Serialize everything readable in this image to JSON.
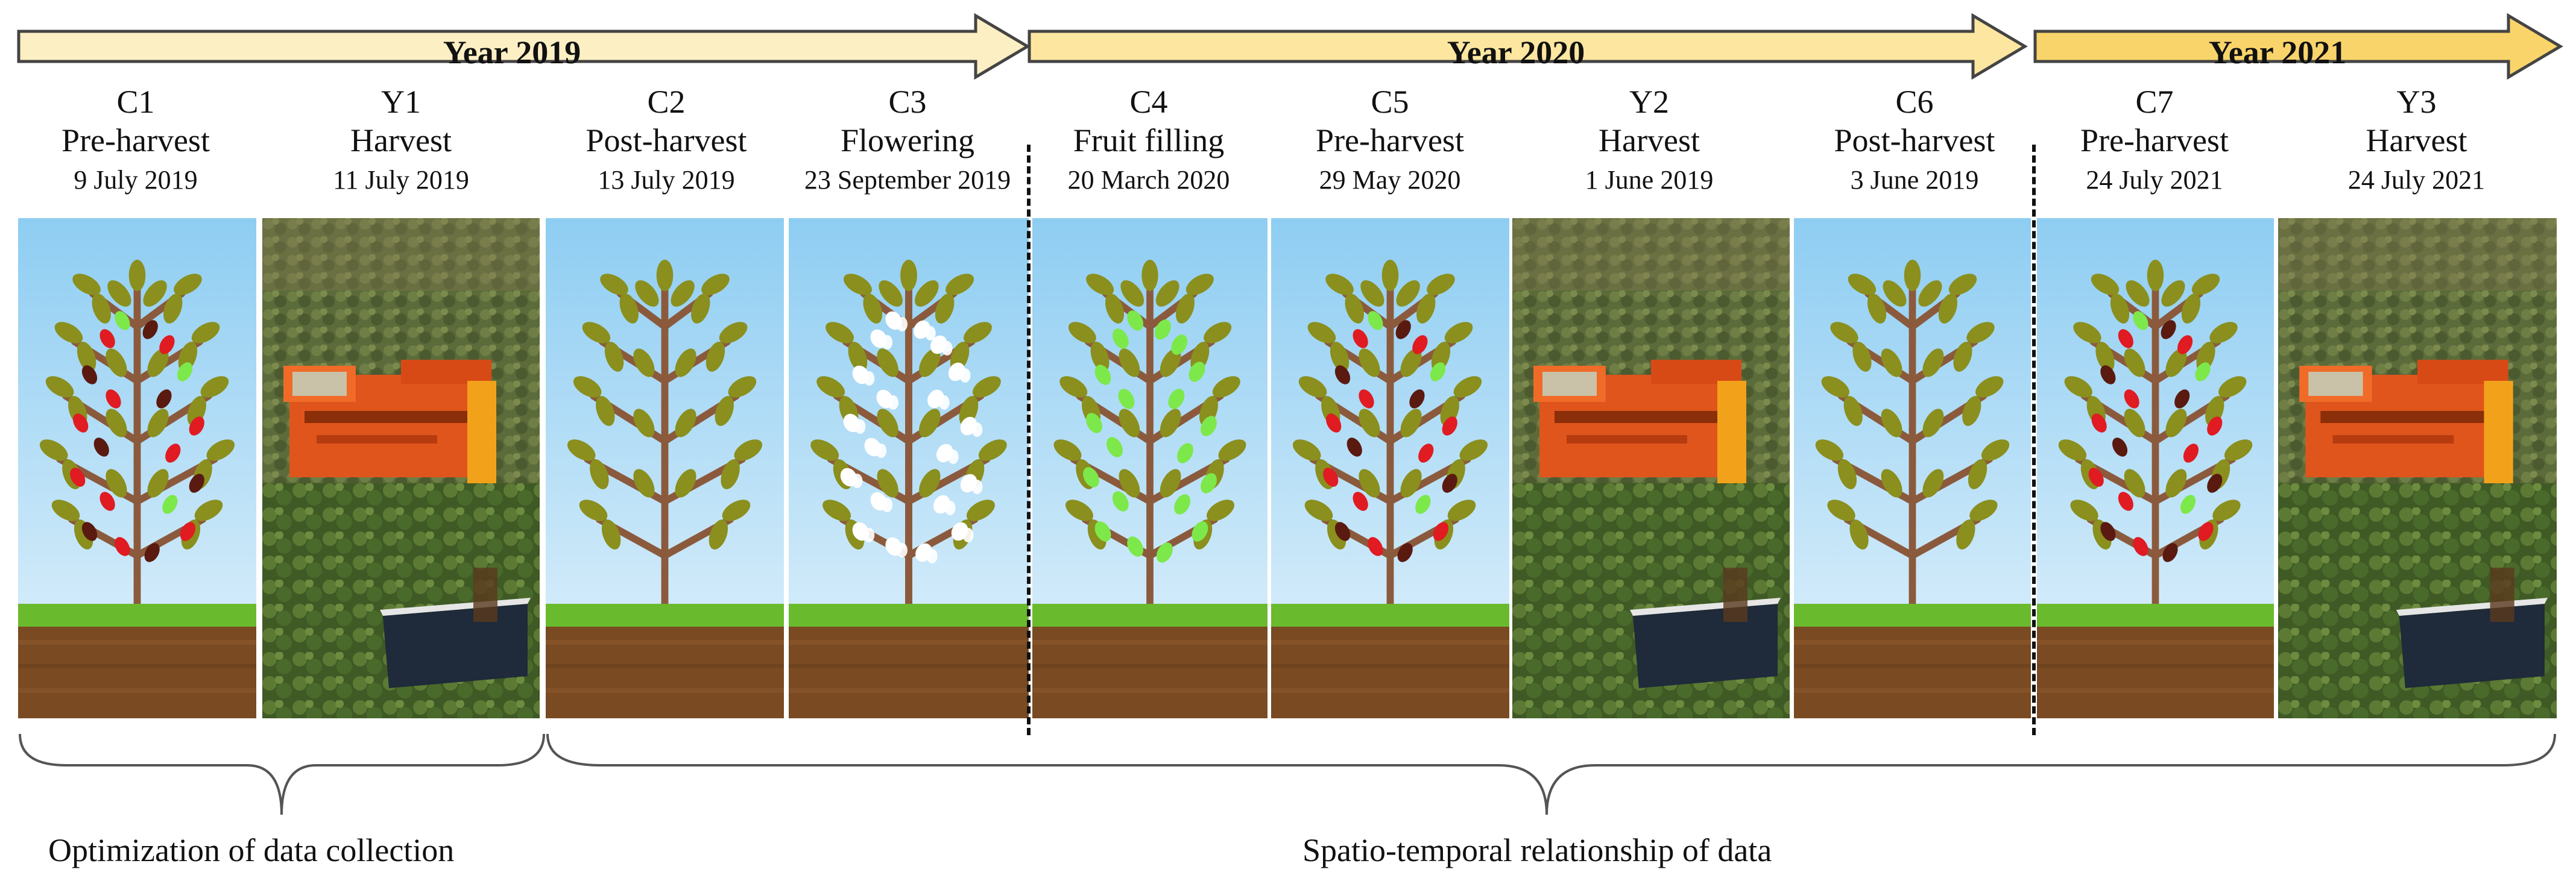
{
  "years": [
    {
      "label": "Year 2019",
      "fill": "#fdefc4"
    },
    {
      "label": "Year 2020",
      "fill": "#fde7a0"
    },
    {
      "label": "Year 2021",
      "fill": "#f9d46a"
    }
  ],
  "columns": [
    {
      "code": "C1",
      "stage": "Pre-harvest",
      "date": "9 July 2019",
      "image": "tree-with-ripe-fruit"
    },
    {
      "code": "Y1",
      "stage": "Harvest",
      "date": "11 July 2019",
      "image": "harvester-photo"
    },
    {
      "code": "C2",
      "stage": "Post-harvest",
      "date": "13 July 2019",
      "image": "tree-bare"
    },
    {
      "code": "C3",
      "stage": "Flowering",
      "date": "23 September 2019",
      "image": "tree-flowering"
    },
    {
      "code": "C4",
      "stage": "Fruit filling",
      "date": "20 March 2020",
      "image": "tree-green-fruit"
    },
    {
      "code": "C5",
      "stage": "Pre-harvest",
      "date": "29 May 2020",
      "image": "tree-with-ripe-fruit"
    },
    {
      "code": "Y2",
      "stage": "Harvest",
      "date": "1 June 2019",
      "image": "harvester-photo"
    },
    {
      "code": "C6",
      "stage": "Post-harvest",
      "date": "3 June 2019",
      "image": "tree-bare"
    },
    {
      "code": "C7",
      "stage": "Pre-harvest",
      "date": "24 July 2021",
      "image": "tree-with-ripe-fruit"
    },
    {
      "code": "Y3",
      "stage": "Harvest",
      "date": "24 July 2021",
      "image": "harvester-photo"
    }
  ],
  "groups": [
    {
      "label": "Optimization of data collection"
    },
    {
      "label": "Spatio-temporal relationship of data"
    }
  ],
  "colors": {
    "sky_top": "#8ecdf2",
    "sky_bottom": "#e4f3fc",
    "grass": "#6aba2d",
    "soil": "#7a4a22",
    "trunk": "#8b5a3c",
    "leaf": "#8a8f1e",
    "ripe_red": "#e01b22",
    "ripe_dark": "#5a1a10",
    "green_fruit": "#7de84a",
    "flower": "#ffffff"
  }
}
